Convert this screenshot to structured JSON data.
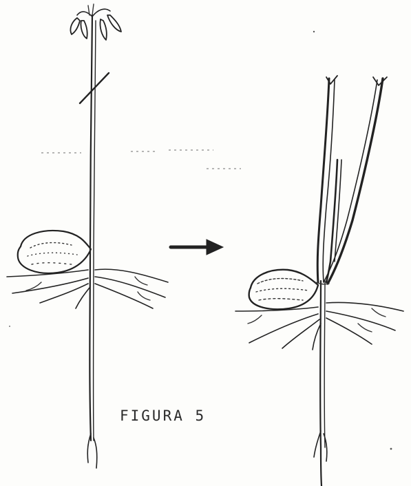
{
  "figure": {
    "caption": "FIGURA 5"
  },
  "icons": {
    "stage_left": "seedling-single-stem",
    "arrow": "arrow-right-icon",
    "stage_right": "seedling-multiple-stems"
  }
}
